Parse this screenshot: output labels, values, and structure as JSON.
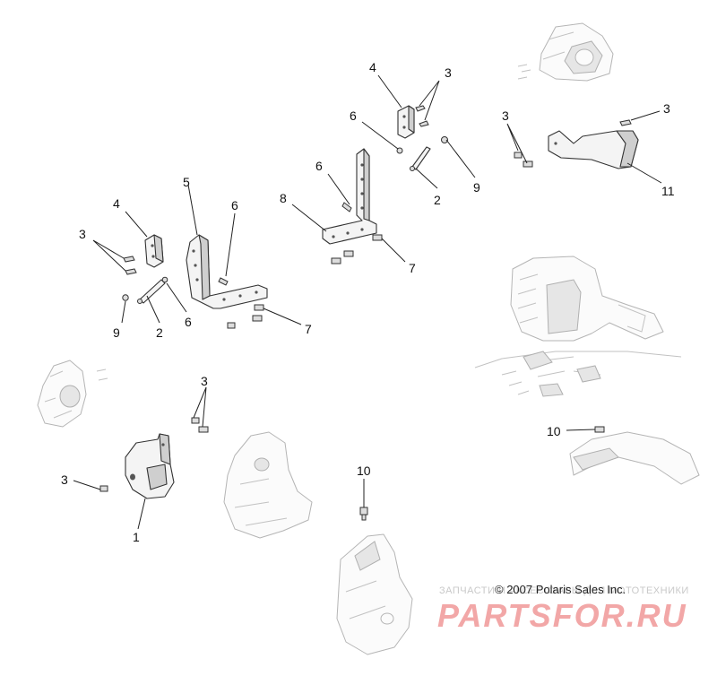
{
  "diagram": {
    "callouts": [
      {
        "id": "c-4-top",
        "text": "4"
      },
      {
        "id": "c-3-top",
        "text": "3"
      },
      {
        "id": "c-6-top",
        "text": "6"
      },
      {
        "id": "c-9-top",
        "text": "9"
      },
      {
        "id": "c-2-top",
        "text": "2"
      },
      {
        "id": "c-6-mid",
        "text": "6"
      },
      {
        "id": "c-8",
        "text": "8"
      },
      {
        "id": "c-7-mid",
        "text": "7"
      },
      {
        "id": "c-3-right",
        "text": "3"
      },
      {
        "id": "c-3-right2",
        "text": "3"
      },
      {
        "id": "c-11",
        "text": "11"
      },
      {
        "id": "c-5",
        "text": "5"
      },
      {
        "id": "c-6-left",
        "text": "6"
      },
      {
        "id": "c-4-left",
        "text": "4"
      },
      {
        "id": "c-3-left",
        "text": "3"
      },
      {
        "id": "c-9-left",
        "text": "9"
      },
      {
        "id": "c-2-left",
        "text": "2"
      },
      {
        "id": "c-6-low",
        "text": "6"
      },
      {
        "id": "c-7-left",
        "text": "7"
      },
      {
        "id": "c-3-center",
        "text": "3"
      },
      {
        "id": "c-3-bottom",
        "text": "3"
      },
      {
        "id": "c-1",
        "text": "1"
      },
      {
        "id": "c-10-center",
        "text": "10"
      },
      {
        "id": "c-10-right",
        "text": "10"
      }
    ],
    "copyright": "© 2007 Polaris Sales Inc.",
    "watermark_small": "ЗАПЧАСТИ И АКСЕССУАРЫ ДЛЯ МОТОТЕХНИКИ",
    "watermark_logo": "PARTSFOR.RU"
  }
}
